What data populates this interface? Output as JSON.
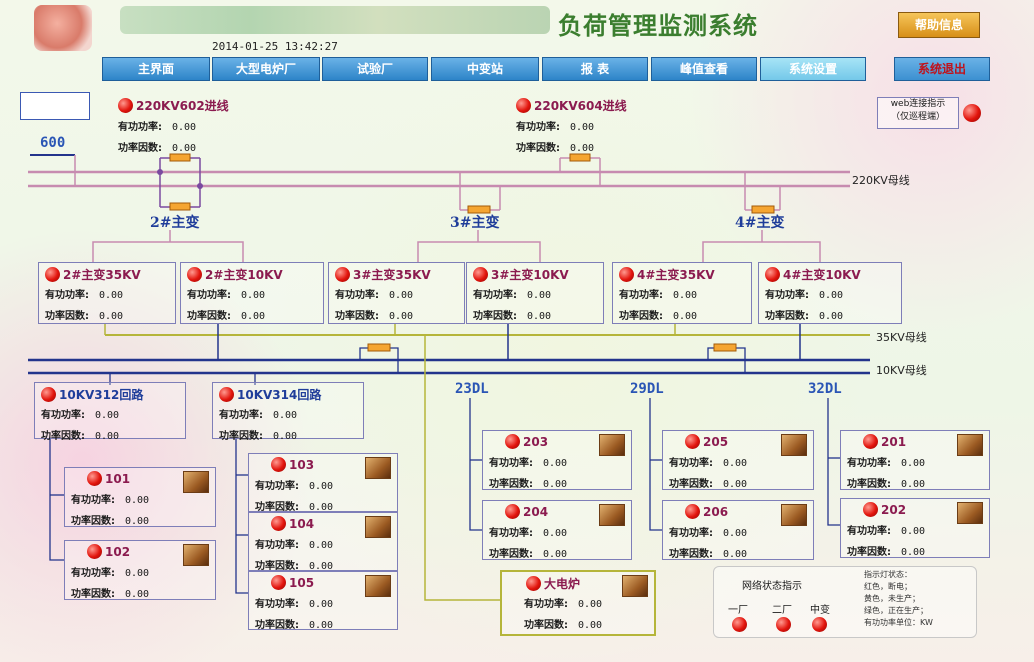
{
  "header": {
    "app_title": "负荷管理监测系统",
    "datetime": "2014-01-25 13:42:27",
    "help_label": "帮助信息"
  },
  "nav": {
    "items": [
      "主界面",
      "大型电炉厂",
      "试验厂",
      "中变站",
      "报 表",
      "峰值查看",
      "系统设置"
    ],
    "exit_label": "系统退出"
  },
  "common": {
    "active_power": "有功功率:",
    "power_factor": "功率因数:"
  },
  "web_status": {
    "line1": "web连接指示",
    "line2": "（仅巡程端）"
  },
  "incoming": [
    {
      "name": "220KV602进线",
      "p": "0.00",
      "pf": "0.00"
    },
    {
      "name": "220KV604进线",
      "p": "0.00",
      "pf": "0.00"
    }
  ],
  "labels": {
    "n600": "600",
    "bus220": "220KV母线",
    "bus35": "35KV母线",
    "bus10": "10KV母线",
    "xf2": "2#主变",
    "xf3": "3#主变",
    "xf4": "4#主变",
    "dl23": "23DL",
    "dl29": "29DL",
    "dl32": "32DL"
  },
  "transformer_sides": [
    {
      "name": "2#主变35KV",
      "p": "0.00",
      "pf": "0.00"
    },
    {
      "name": "2#主变10KV",
      "p": "0.00",
      "pf": "0.00"
    },
    {
      "name": "3#主变35KV",
      "p": "0.00",
      "pf": "0.00"
    },
    {
      "name": "3#主变10KV",
      "p": "0.00",
      "pf": "0.00"
    },
    {
      "name": "4#主变35KV",
      "p": "0.00",
      "pf": "0.00"
    },
    {
      "name": "4#主变10KV",
      "p": "0.00",
      "pf": "0.00"
    }
  ],
  "loops": [
    {
      "name": "10KV312回路",
      "p": "0.00",
      "pf": "0.00"
    },
    {
      "name": "10KV314回路",
      "p": "0.00",
      "pf": "0.00"
    }
  ],
  "feeders": [
    {
      "name": "101",
      "p": "0.00",
      "pf": "0.00"
    },
    {
      "name": "102",
      "p": "0.00",
      "pf": "0.00"
    },
    {
      "name": "103",
      "p": "0.00",
      "pf": "0.00"
    },
    {
      "name": "104",
      "p": "0.00",
      "pf": "0.00"
    },
    {
      "name": "105",
      "p": "0.00",
      "pf": "0.00"
    },
    {
      "name": "203",
      "p": "0.00",
      "pf": "0.00"
    },
    {
      "name": "204",
      "p": "0.00",
      "pf": "0.00"
    },
    {
      "name": "205",
      "p": "0.00",
      "pf": "0.00"
    },
    {
      "name": "206",
      "p": "0.00",
      "pf": "0.00"
    },
    {
      "name": "201",
      "p": "0.00",
      "pf": "0.00"
    },
    {
      "name": "202",
      "p": "0.00",
      "pf": "0.00"
    },
    {
      "name": "大电炉",
      "p": "0.00",
      "pf": "0.00"
    }
  ],
  "legend": {
    "title": "网络状态指示",
    "items": [
      "一厂",
      "二厂",
      "中变"
    ],
    "notes": [
      "指示灯状态：",
      "红色，断电；",
      "黄色，未生产；",
      "绿色，正在生产；",
      "有功功率单位：KW"
    ]
  },
  "colors": {
    "nav_blue": "#2d84c8",
    "lamp_red": "#e2140c",
    "bus_pink": "#c78bb0",
    "bus_navy": "#23348c",
    "bus_olive": "#b5b53a",
    "title_green": "#3b7e2f"
  }
}
